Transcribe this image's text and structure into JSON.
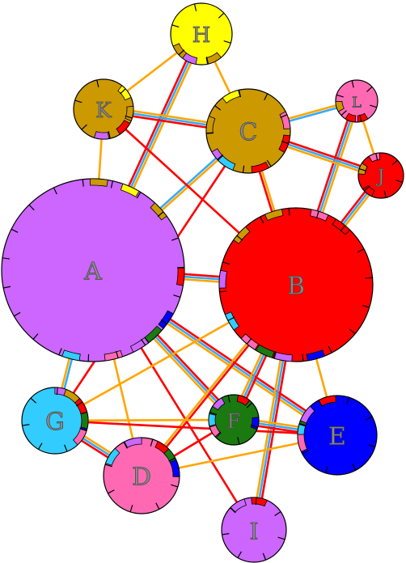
{
  "nodes": [
    {
      "id": "A",
      "label": "A",
      "color": "#cc66ff"
    },
    {
      "id": "B",
      "label": "B",
      "color": "#ff0000"
    },
    {
      "id": "C",
      "label": "C",
      "color": "#cc9900"
    },
    {
      "id": "D",
      "label": "D",
      "color": "#ff69b4"
    },
    {
      "id": "E",
      "label": "E",
      "color": "#0000ff"
    },
    {
      "id": "F",
      "label": "F",
      "color": "#1a7a10"
    },
    {
      "id": "G",
      "label": "G",
      "color": "#33ccff"
    },
    {
      "id": "H",
      "label": "H",
      "color": "#ffff00"
    },
    {
      "id": "I",
      "label": "I",
      "color": "#cc66ff"
    },
    {
      "id": "J",
      "label": "J",
      "color": "#ff0000"
    },
    {
      "id": "K",
      "label": "K",
      "color": "#cc9900"
    },
    {
      "id": "L",
      "label": "L",
      "color": "#ff69b4"
    }
  ],
  "edges": [
    {
      "from": "A",
      "to": "B",
      "type": "ryo"
    },
    {
      "from": "A",
      "to": "C",
      "type": "bo"
    },
    {
      "from": "A",
      "to": "D",
      "type": "o"
    },
    {
      "from": "A",
      "to": "E",
      "type": "rbo"
    },
    {
      "from": "A",
      "to": "F",
      "type": "rbo"
    },
    {
      "from": "A",
      "to": "G",
      "type": "bo"
    },
    {
      "from": "A",
      "to": "H",
      "type": "rbo"
    },
    {
      "from": "A",
      "to": "I",
      "type": "r"
    },
    {
      "from": "A",
      "to": "K",
      "type": "o"
    },
    {
      "from": "B",
      "to": "C",
      "type": "ro"
    },
    {
      "from": "B",
      "to": "D",
      "type": "ro"
    },
    {
      "from": "B",
      "to": "E",
      "type": "o"
    },
    {
      "from": "B",
      "to": "F",
      "type": "rbo"
    },
    {
      "from": "B",
      "to": "G",
      "type": "o"
    },
    {
      "from": "B",
      "to": "I",
      "type": "rbo"
    },
    {
      "from": "B",
      "to": "J",
      "type": "rbo"
    },
    {
      "from": "B",
      "to": "K",
      "type": "r"
    },
    {
      "from": "B",
      "to": "L",
      "type": "rbo"
    },
    {
      "from": "C",
      "to": "H",
      "type": "o"
    },
    {
      "from": "C",
      "to": "J",
      "type": "rbo"
    },
    {
      "from": "C",
      "to": "K",
      "type": "rbo"
    },
    {
      "from": "C",
      "to": "L",
      "type": "ob"
    },
    {
      "from": "C",
      "to": "G",
      "type": "r"
    },
    {
      "from": "D",
      "to": "G",
      "type": "rbo"
    },
    {
      "from": "D",
      "to": "F",
      "type": "r"
    },
    {
      "from": "E",
      "to": "F",
      "type": "rbo"
    },
    {
      "from": "E",
      "to": "G",
      "type": "r"
    },
    {
      "from": "F",
      "to": "G",
      "type": "o"
    },
    {
      "from": "H",
      "to": "K",
      "type": "o"
    },
    {
      "from": "J",
      "to": "L",
      "type": "o"
    },
    {
      "from": "E",
      "to": "D",
      "type": "o"
    }
  ]
}
